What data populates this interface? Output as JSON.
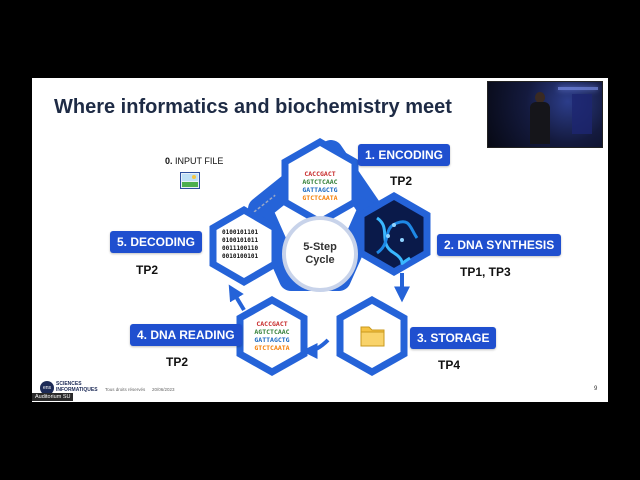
{
  "slide": {
    "title": "Where informatics and biochemistry meet",
    "input_file": {
      "number": "0.",
      "label": "INPUT FILE"
    },
    "center": {
      "line1": "5-Step",
      "line2": "Cycle"
    },
    "steps": [
      {
        "label": "1. ENCODING",
        "tp": "TP2"
      },
      {
        "label": "2. DNA SYNTHESIS",
        "tp": "TP1, TP3"
      },
      {
        "label": "3. STORAGE",
        "tp": "TP4"
      },
      {
        "label": "4. DNA READING",
        "tp": "TP2"
      },
      {
        "label": "5. DECODING",
        "tp": "TP2"
      }
    ],
    "encoding_seq": [
      "CACCGACT",
      "AGTCTCAAC",
      "GATTAGCTG",
      "GTCTCAATA"
    ],
    "reading_seq": [
      "CACCGACT",
      "AGTCTCAAC",
      "GATTAGCTG",
      "GTCTCAATA"
    ],
    "binary": [
      "0100101101",
      "0100101011",
      "0011100110",
      "0010100101"
    ],
    "footer": {
      "logo": "ens",
      "org_line1": "SCIENCES",
      "org_line2": "INFORMATIQUES",
      "caption": "Tous droits réservés",
      "date": "20/06/2023",
      "page": "9"
    },
    "camera_tag": "Auditorium SU"
  },
  "colors": {
    "accent": "#1f4fcf",
    "hex_fill": "#2563d8",
    "hex_dark": "#1d4fb8",
    "title": "#1e2b45",
    "base_a": "#1565c0",
    "base_c": "#2e7d32",
    "base_g": "#f57c00",
    "base_t": "#c62828"
  }
}
